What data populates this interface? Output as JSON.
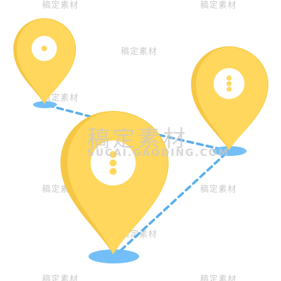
{
  "colors": {
    "pin_fill": "#FFD75C",
    "pin_shade": "#F5C744",
    "pin_hole": "#FFFFFF",
    "dots": "#FFD75C",
    "shadow": "#74BFF7",
    "route": "#5AAEEA",
    "watermark": "#C8C8C8"
  },
  "icons": {
    "pin_small_left": "map-pin-icon",
    "pin_right": "map-pin-icon",
    "pin_large": "map-pin-icon",
    "route": "dashed-route-line"
  },
  "watermark": {
    "small_text": "稿定素材",
    "big_text": "稿定素材",
    "url": "SUCAI.GAODING.COM"
  }
}
